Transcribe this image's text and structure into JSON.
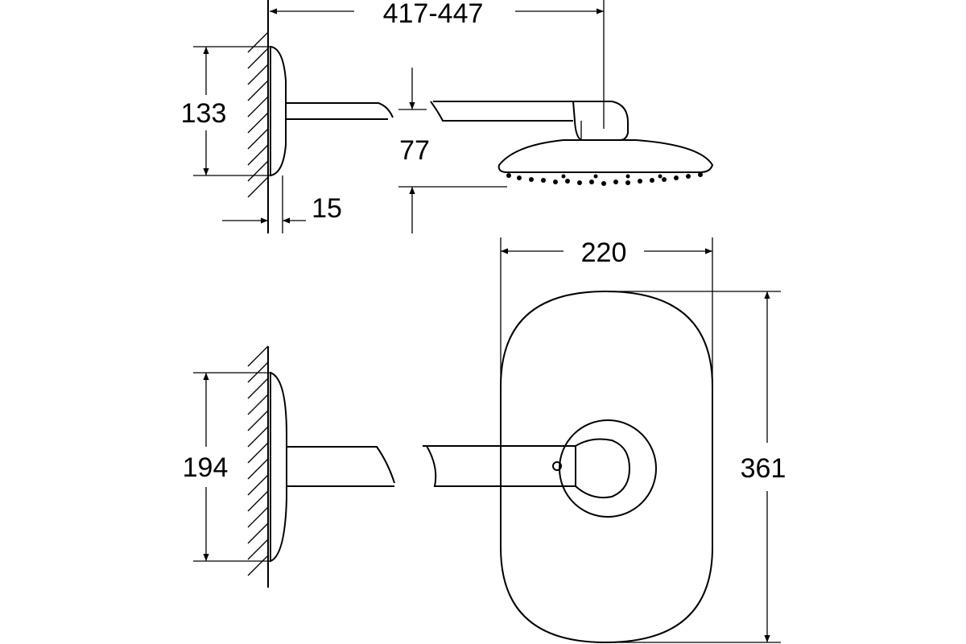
{
  "dimensions": {
    "arm_length": "417-447",
    "plate_height_side": "133",
    "head_height": "77",
    "plate_depth": "15",
    "plate_width": "220",
    "plate_height_side_lower": "194",
    "plate_height_front": "361"
  },
  "colors": {
    "line": "#000000",
    "background": "#ffffff"
  }
}
